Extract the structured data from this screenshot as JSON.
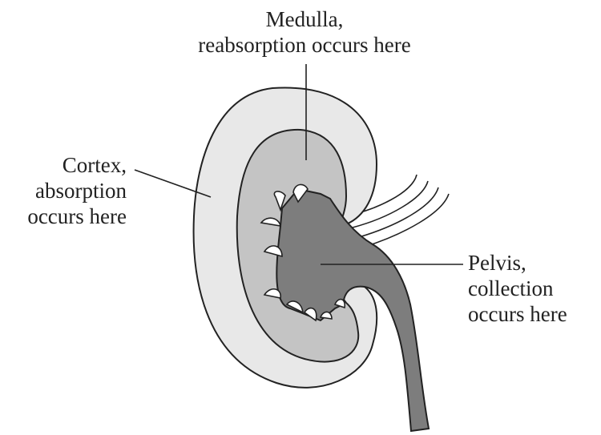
{
  "colors": {
    "cortex_fill": "#e8e8e8",
    "medulla_fill": "#c4c4c4",
    "pelvis_fill": "#7d7d7d",
    "papilla_fill": "#ffffff",
    "outline": "#222222"
  },
  "labels": {
    "medulla": {
      "line1": "Medulla,",
      "line2": "reabsorption occurs here"
    },
    "cortex": {
      "line1": "Cortex,",
      "line2": "absorption",
      "line3": "occurs here"
    },
    "pelvis": {
      "line1": "Pelvis,",
      "line2": "collection",
      "line3": "occurs here"
    }
  }
}
